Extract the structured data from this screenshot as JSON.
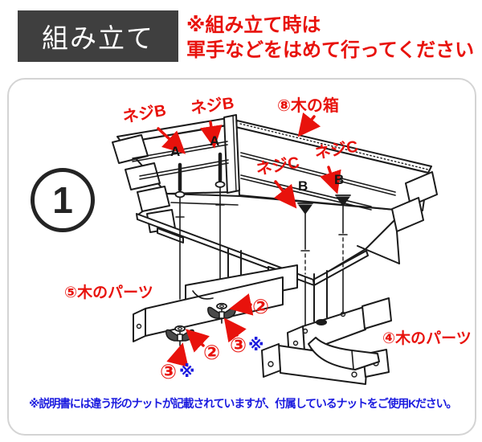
{
  "header": {
    "title": "組み立て",
    "notice_line1": "※組み立て時は",
    "notice_line2": "軍手などをはめて行ってください"
  },
  "diagram": {
    "step_number": "1",
    "labels": {
      "screw_b_1": "ネジB",
      "screw_b_2": "ネジB",
      "wood_box_8": "⑧木の箱",
      "screw_c_1": "ネジC",
      "screw_c_2": "ネジC",
      "mark_a_1": "A",
      "mark_a_2": "A",
      "mark_b_1": "B",
      "mark_b_2": "B",
      "wood_part_5": "⑤木のパーツ",
      "wood_part_4": "④木のパーツ",
      "washer_left": "②",
      "washer_right": "②",
      "wingnut_left": "③",
      "wingnut_right": "③",
      "asterisk_left": "※",
      "asterisk_right": "※"
    },
    "colors": {
      "annotation_red": "#e8120c",
      "note_blue": "#1b1bdf",
      "line_black": "#1b1b1b",
      "title_bg": "#3f3f3f"
    }
  },
  "footer_note": {
    "text": "※説明書には違う形のナットが記載されていますが、付属しているナットをご使用Kださい。"
  }
}
